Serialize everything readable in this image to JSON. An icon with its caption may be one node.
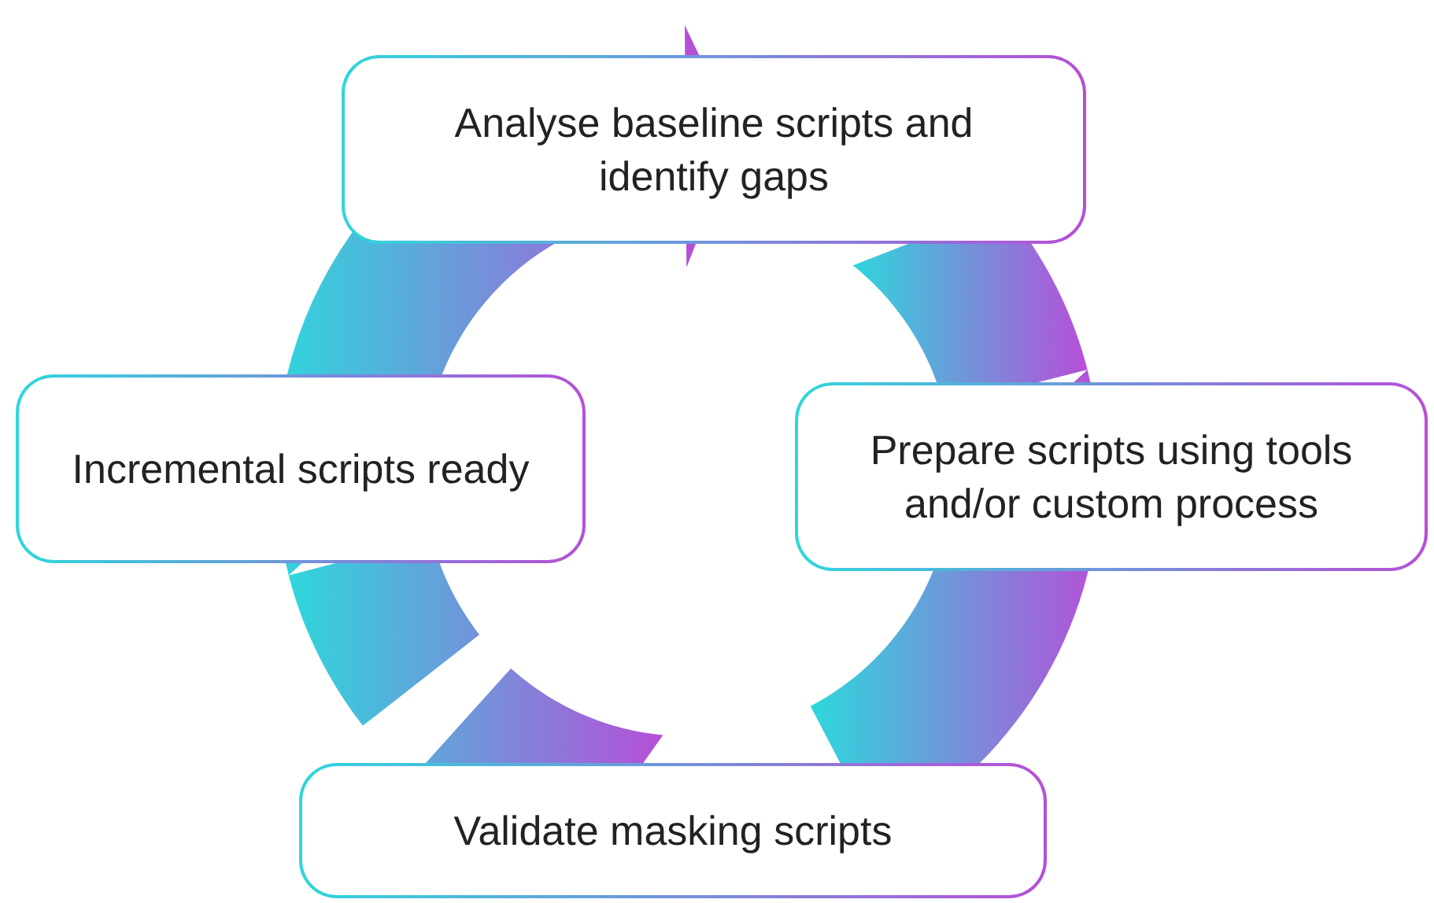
{
  "diagram": {
    "nodes": [
      {
        "text": [
          "Analyse baseline scripts and identify gaps"
        ]
      },
      {
        "text": [
          "Prepare scripts using tools and/or custom process"
        ]
      },
      {
        "text": [
          "Validate masking scripts"
        ]
      },
      {
        "text": [
          "Incremental scripts ready"
        ]
      }
    ],
    "edges": [
      {
        "from": 0,
        "to": 1,
        "arrow": "none"
      },
      {
        "from": 1,
        "to": 2,
        "arrow": "none"
      },
      {
        "from": 2,
        "to": 3,
        "arrow": "none"
      },
      {
        "from": 3,
        "to": 0,
        "arrow": "to"
      }
    ]
  }
}
